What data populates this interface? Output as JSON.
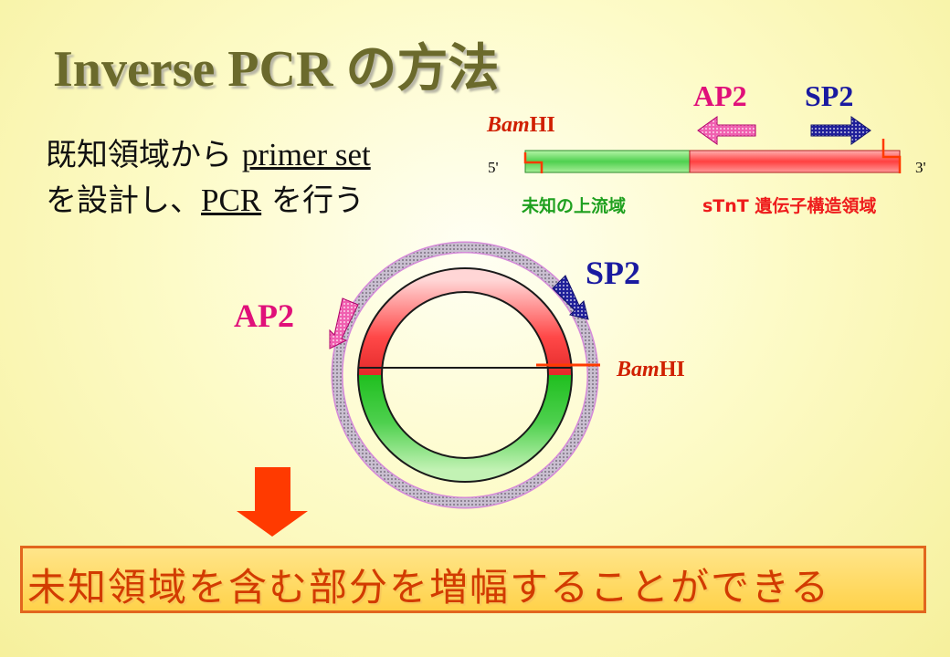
{
  "title": "Inverse PCR の方法",
  "description": {
    "line1_prefix": "既知領域から ",
    "line1_underlined": "primer set",
    "line2_prefix": "を設計し、",
    "line2_underlined": "PCR",
    "line2_suffix": " を行う"
  },
  "linear_map": {
    "bamhi_italic": "Bam",
    "bamhi_rest": "HI",
    "end_5": "5'",
    "end_3": "3'",
    "ap2_label": "AP2",
    "sp2_label": "SP2",
    "upstream_label": "未知の上流域",
    "gene_label": "sTnT 遺伝子構造領域"
  },
  "circle_map": {
    "ap2_label": "AP2",
    "sp2_label": "SP2",
    "bamhi_italic": "Bam",
    "bamhi_rest": "HI"
  },
  "result_text": "未知領域を含む部分を増幅することができる",
  "colors": {
    "title": "#6b6a2c",
    "known_region": "#ff5050",
    "unknown_region": "#3cc83c",
    "ap2": "#e0107a",
    "sp2": "#1a1aa0",
    "bamhi": "#d02000",
    "result_arrow": "#ff3a00",
    "result_text": "#d23b00"
  }
}
